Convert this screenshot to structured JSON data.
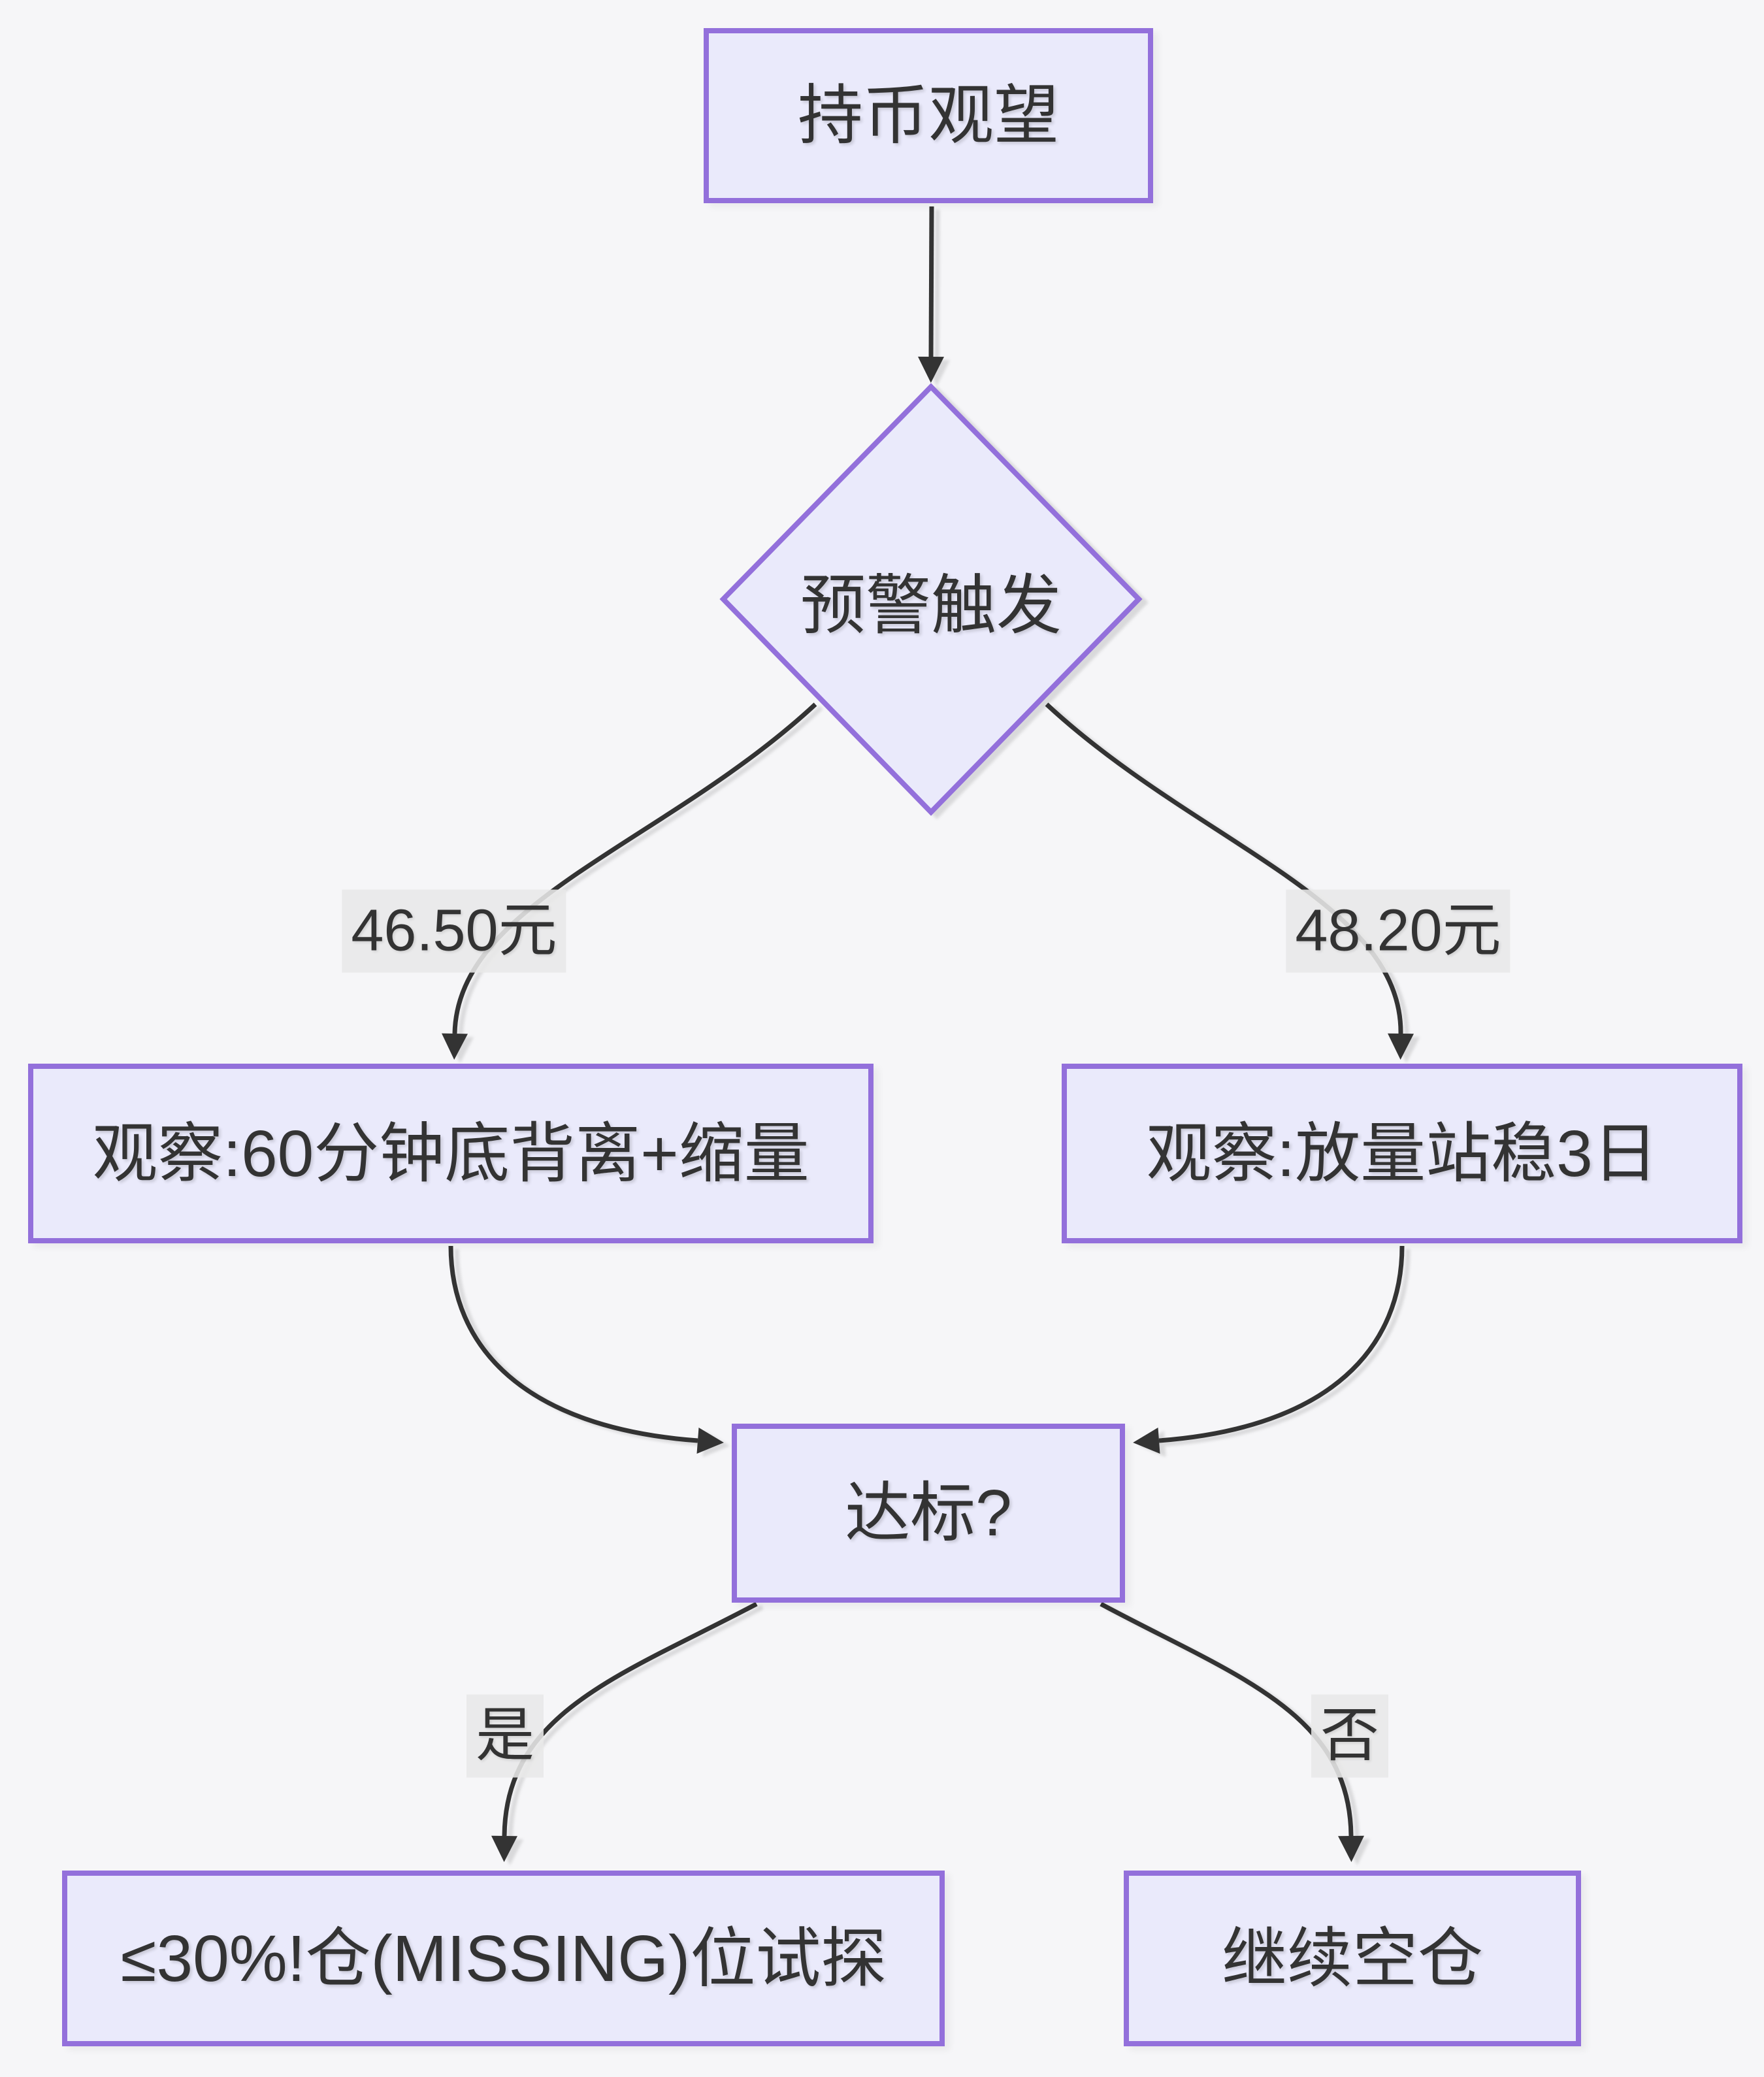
{
  "diagram": {
    "type": "flowchart",
    "background": "#F6F6F8",
    "theme": {
      "node_fill": "#EAEAFB",
      "node_border": "#9370DB",
      "edge_color": "#333333",
      "text_color": "#333333",
      "edge_label_bg": "#E8E8E8"
    },
    "nodes": {
      "start": {
        "label": "持币观望",
        "shape": "rect"
      },
      "trigger": {
        "label": "预警触发",
        "shape": "diamond"
      },
      "observe_left": {
        "label": "观察:60分钟底背离+缩量",
        "shape": "rect"
      },
      "observe_right": {
        "label": "观察:放量站稳3日",
        "shape": "rect"
      },
      "check": {
        "label": "达标?",
        "shape": "rect"
      },
      "probe": {
        "label": "≤30%!仓(MISSING)位试探",
        "shape": "rect"
      },
      "stay_empty": {
        "label": "继续空仓",
        "shape": "rect"
      }
    },
    "edge_labels": {
      "price_left": "46.50元",
      "price_right": "48.20元",
      "yes": "是",
      "no": "否"
    },
    "edges": [
      {
        "from": "start",
        "to": "trigger",
        "label": ""
      },
      {
        "from": "trigger",
        "to": "observe_left",
        "label": "46.50元"
      },
      {
        "from": "trigger",
        "to": "observe_right",
        "label": "48.20元"
      },
      {
        "from": "observe_left",
        "to": "check",
        "label": ""
      },
      {
        "from": "observe_right",
        "to": "check",
        "label": ""
      },
      {
        "from": "check",
        "to": "probe",
        "label": "是"
      },
      {
        "from": "check",
        "to": "stay_empty",
        "label": "否"
      }
    ]
  }
}
